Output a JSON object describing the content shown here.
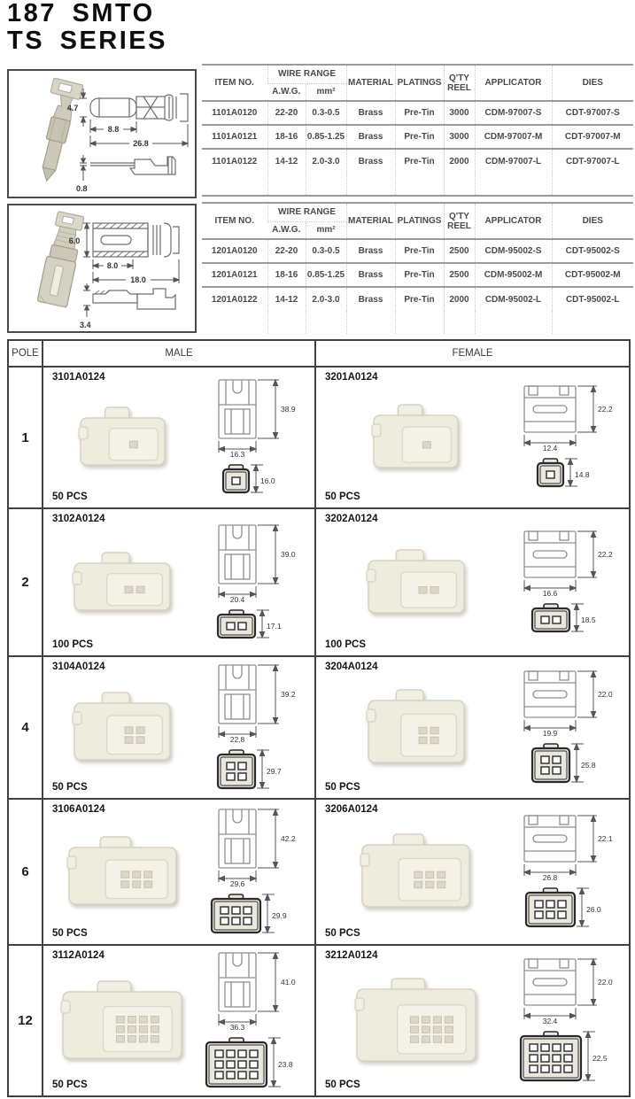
{
  "page": {
    "title_line1": "187 SMTO",
    "title_line2": "TS SERIES"
  },
  "spec_header": {
    "item_no": "ITEM NO.",
    "wire_range": "WIRE RANGE",
    "awg": "A.W.G.",
    "mm2": "mm²",
    "material": "MATERIAL",
    "platings": "PLATINGS",
    "qty": "Q'TY",
    "reel": "REEL",
    "applicator": "APPLICATOR",
    "dies": "DIES"
  },
  "terminal_sections": [
    {
      "name": "male-terminal",
      "dims": {
        "height": "4.7",
        "body_length": "8.8",
        "overall_length": "26.8",
        "thickness": "0.8"
      },
      "table": {
        "rows": [
          {
            "item_no": "1101A0120",
            "awg": "22-20",
            "mm2": "0.3-0.5",
            "material": "Brass",
            "platings": "Pre-Tin",
            "qty_reel": "3000",
            "applicator": "CDM-97007-S",
            "dies": "CDT-97007-S"
          },
          {
            "item_no": "1101A0121",
            "awg": "18-16",
            "mm2": "0.85-1.25",
            "material": "Brass",
            "platings": "Pre-Tin",
            "qty_reel": "3000",
            "applicator": "CDM-97007-M",
            "dies": "CDT-97007-M"
          },
          {
            "item_no": "1101A0122",
            "awg": "14-12",
            "mm2": "2.0-3.0",
            "material": "Brass",
            "platings": "Pre-Tin",
            "qty_reel": "2000",
            "applicator": "CDM-97007-L",
            "dies": "CDT-97007-L"
          }
        ]
      }
    },
    {
      "name": "female-terminal",
      "dims": {
        "height": "6.0",
        "body_length": "8.0",
        "overall_length": "18.0",
        "thickness": "3.4"
      },
      "table": {
        "rows": [
          {
            "item_no": "1201A0120",
            "awg": "22-20",
            "mm2": "0.3-0.5",
            "material": "Brass",
            "platings": "Pre-Tin",
            "qty_reel": "2500",
            "applicator": "CDM-95002-S",
            "dies": "CDT-95002-S"
          },
          {
            "item_no": "1201A0121",
            "awg": "18-16",
            "mm2": "0.85-1.25",
            "material": "Brass",
            "platings": "Pre-Tin",
            "qty_reel": "2500",
            "applicator": "CDM-95002-M",
            "dies": "CDT-95002-M"
          },
          {
            "item_no": "1201A0122",
            "awg": "14-12",
            "mm2": "2.0-3.0",
            "material": "Brass",
            "platings": "Pre-Tin",
            "qty_reel": "2000",
            "applicator": "CDM-95002-L",
            "dies": "CDT-95002-L"
          }
        ]
      }
    }
  ],
  "main_table": {
    "headers": {
      "pole": "POLE",
      "male": "MALE",
      "female": "FEMALE"
    },
    "rows": [
      {
        "pole": "1",
        "male": {
          "part_no": "3101A0124",
          "qty": "50 PCS",
          "dim_height": "38.9",
          "dim_width": "16.3",
          "dim_front": "16.0"
        },
        "female": {
          "part_no": "3201A0124",
          "qty": "50 PCS",
          "dim_height": "22.2",
          "dim_width": "12.4",
          "dim_front": "14.8"
        }
      },
      {
        "pole": "2",
        "male": {
          "part_no": "3102A0124",
          "qty": "100 PCS",
          "dim_height": "39.0",
          "dim_width": "20.4",
          "dim_front": "17.1"
        },
        "female": {
          "part_no": "3202A0124",
          "qty": "100 PCS",
          "dim_height": "22.2",
          "dim_width": "16.6",
          "dim_front": "18.5"
        }
      },
      {
        "pole": "4",
        "male": {
          "part_no": "3104A0124",
          "qty": "50 PCS",
          "dim_height": "39.2",
          "dim_width": "22.8",
          "dim_front": "29.7"
        },
        "female": {
          "part_no": "3204A0124",
          "qty": "50 PCS",
          "dim_height": "22.0",
          "dim_width": "19.9",
          "dim_front": "25.8"
        }
      },
      {
        "pole": "6",
        "male": {
          "part_no": "3106A0124",
          "qty": "50 PCS",
          "dim_height": "42.2",
          "dim_width": "29.6",
          "dim_front": "29.9"
        },
        "female": {
          "part_no": "3206A0124",
          "qty": "50 PCS",
          "dim_height": "22.1",
          "dim_width": "26.8",
          "dim_front": "26.0"
        }
      },
      {
        "pole": "12",
        "male": {
          "part_no": "3112A0124",
          "qty": "50 PCS",
          "dim_height": "41.0",
          "dim_width": "36.3",
          "dim_front": "23.8"
        },
        "female": {
          "part_no": "3212A0124",
          "qty": "50 PCS",
          "dim_height": "22.0",
          "dim_width": "32.4",
          "dim_front": "22.5"
        }
      }
    ]
  }
}
